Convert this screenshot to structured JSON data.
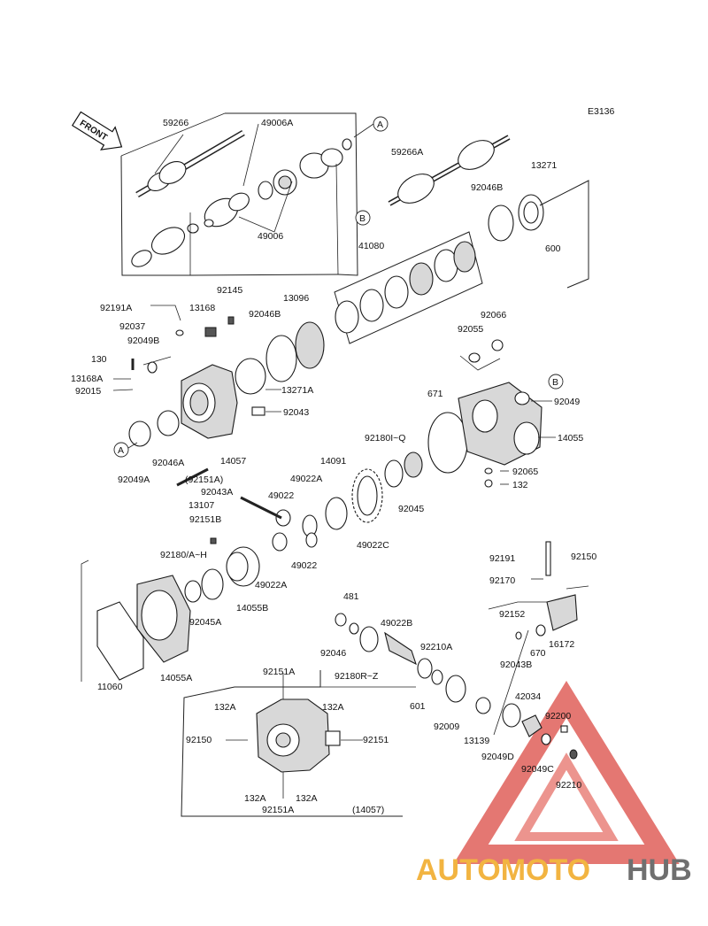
{
  "diagram_id": "E3136",
  "front_label": "FRONT",
  "parts": [
    {
      "id": "p59266",
      "text": "59266"
    },
    {
      "id": "p49006A",
      "text": "49006A"
    },
    {
      "id": "p49006",
      "text": "49006"
    },
    {
      "id": "p59266A",
      "text": "59266A"
    },
    {
      "id": "p13271",
      "text": "13271"
    },
    {
      "id": "p92046B_1",
      "text": "92046B"
    },
    {
      "id": "p600",
      "text": "600"
    },
    {
      "id": "p41080",
      "text": "41080"
    },
    {
      "id": "p92145",
      "text": "92145"
    },
    {
      "id": "p92191A",
      "text": "92191A"
    },
    {
      "id": "p13168",
      "text": "13168"
    },
    {
      "id": "p92046B_2",
      "text": "92046B"
    },
    {
      "id": "p13096",
      "text": "13096"
    },
    {
      "id": "p92037",
      "text": "92037"
    },
    {
      "id": "p92049B",
      "text": "92049B"
    },
    {
      "id": "p130",
      "text": "130"
    },
    {
      "id": "p13168A",
      "text": "13168A"
    },
    {
      "id": "p92015",
      "text": "92015"
    },
    {
      "id": "p13271A",
      "text": "13271A"
    },
    {
      "id": "p92043",
      "text": "92043"
    },
    {
      "id": "p92066",
      "text": "92066"
    },
    {
      "id": "p92055",
      "text": "92055"
    },
    {
      "id": "p92049",
      "text": "92049"
    },
    {
      "id": "p671",
      "text": "671"
    },
    {
      "id": "p14055",
      "text": "14055"
    },
    {
      "id": "p92046A",
      "text": "92046A"
    },
    {
      "id": "p14057",
      "text": "14057"
    },
    {
      "id": "p92049A",
      "text": "92049A"
    },
    {
      "id": "p92151A_paren",
      "text": "(92151A)"
    },
    {
      "id": "p92043A",
      "text": "92043A"
    },
    {
      "id": "p49022_1",
      "text": "49022"
    },
    {
      "id": "p49022A_1",
      "text": "49022A"
    },
    {
      "id": "p14091",
      "text": "14091"
    },
    {
      "id": "p92180_Q",
      "text": "92180I~Q"
    },
    {
      "id": "p92065",
      "text": "92065"
    },
    {
      "id": "p132",
      "text": "132"
    },
    {
      "id": "p13107",
      "text": "13107"
    },
    {
      "id": "p92151B",
      "text": "92151B"
    },
    {
      "id": "p92045",
      "text": "92045"
    },
    {
      "id": "p49022C",
      "text": "49022C"
    },
    {
      "id": "p92180_H",
      "text": "92180/A~H"
    },
    {
      "id": "p49022_2",
      "text": "49022"
    },
    {
      "id": "p49022A_2",
      "text": "49022A"
    },
    {
      "id": "p14055B",
      "text": "14055B"
    },
    {
      "id": "p92045A",
      "text": "92045A"
    },
    {
      "id": "p92191",
      "text": "92191"
    },
    {
      "id": "p92150_1",
      "text": "92150"
    },
    {
      "id": "p92170",
      "text": "92170"
    },
    {
      "id": "p481",
      "text": "481"
    },
    {
      "id": "p49022B",
      "text": "49022B"
    },
    {
      "id": "p92046",
      "text": "92046"
    },
    {
      "id": "p92210A",
      "text": "92210A"
    },
    {
      "id": "p92152",
      "text": "92152"
    },
    {
      "id": "p670",
      "text": "670"
    },
    {
      "id": "p16172",
      "text": "16172"
    },
    {
      "id": "p92043B",
      "text": "92043B"
    },
    {
      "id": "p92180R_Z",
      "text": "92180R~Z"
    },
    {
      "id": "p11060",
      "text": "11060"
    },
    {
      "id": "p14055A",
      "text": "14055A"
    },
    {
      "id": "p601",
      "text": "601"
    },
    {
      "id": "p92009",
      "text": "92009"
    },
    {
      "id": "p42034",
      "text": "42034"
    },
    {
      "id": "p92200",
      "text": "92200"
    },
    {
      "id": "p13139",
      "text": "13139"
    },
    {
      "id": "p92049D",
      "text": "92049D"
    },
    {
      "id": "p92049C",
      "text": "92049C"
    },
    {
      "id": "p92210",
      "text": "92210"
    },
    {
      "id": "p92151A_top",
      "text": "92151A"
    },
    {
      "id": "p132A_tl",
      "text": "132A"
    },
    {
      "id": "p132A_tr",
      "text": "132A"
    },
    {
      "id": "p92150_2",
      "text": "92150"
    },
    {
      "id": "p92151_right",
      "text": "92151"
    },
    {
      "id": "p132A_bl",
      "text": "132A"
    },
    {
      "id": "p132A_br",
      "text": "132A"
    },
    {
      "id": "p92151A_bot",
      "text": "92151A"
    },
    {
      "id": "p14057_paren",
      "text": "(14057)"
    }
  ],
  "callouts": [
    {
      "id": "A_top",
      "text": "A"
    },
    {
      "id": "A_left",
      "text": "A"
    },
    {
      "id": "B_left",
      "text": "B"
    },
    {
      "id": "B_right",
      "text": "B"
    }
  ],
  "watermark": {
    "part1": "AUTOMOTO",
    "part2": "HUB",
    "color_part1": "#f2b441",
    "color_part2": "#6f6f6f",
    "triangle_color": "#e0605a"
  }
}
